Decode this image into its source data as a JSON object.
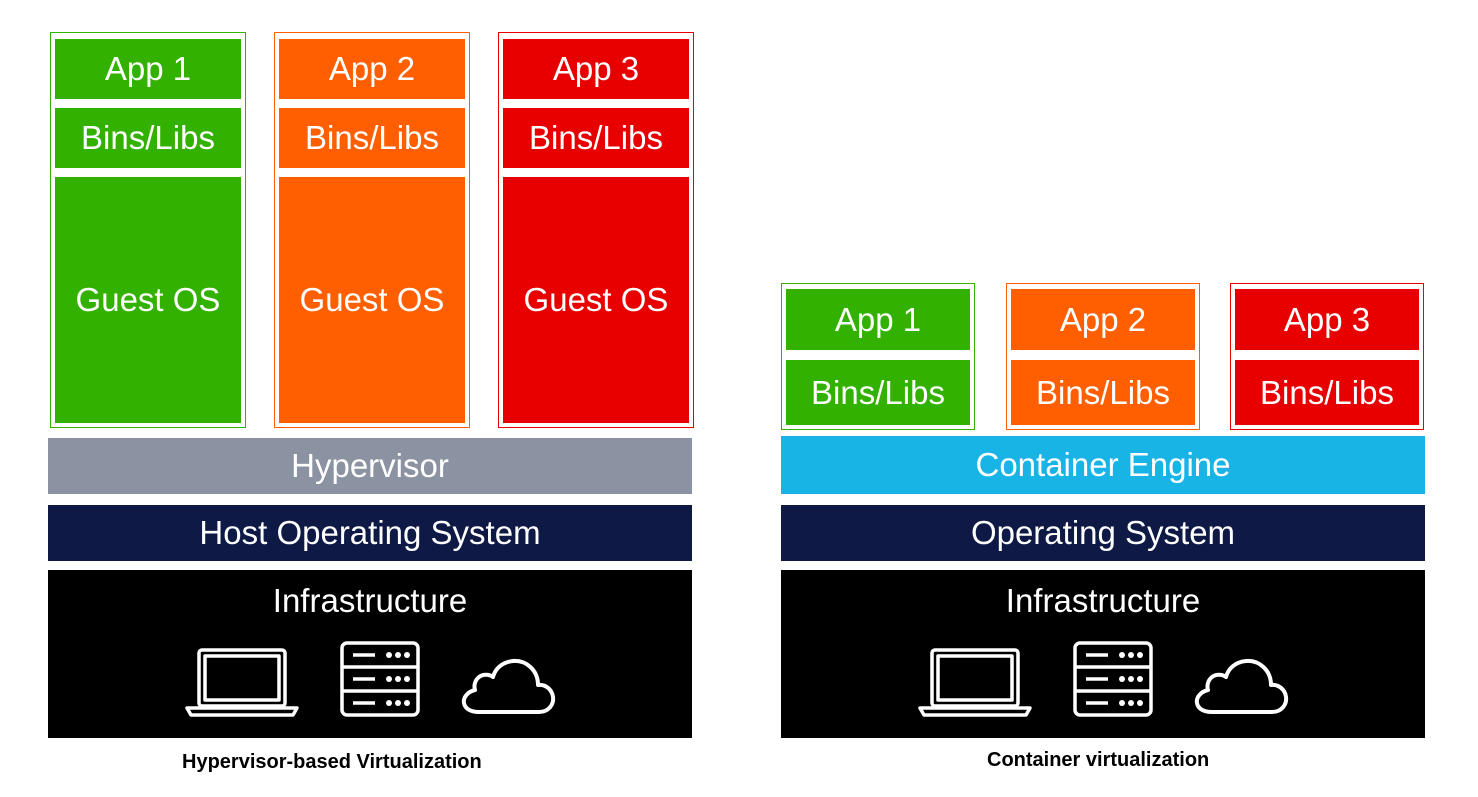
{
  "colors": {
    "green": "#33b100",
    "orange": "#ff5f00",
    "red": "#e80000",
    "hypervisor": "#8b93a2",
    "container_engine": "#19b4e6",
    "os_navy": "#0e1a45",
    "infrastructure": "#000000"
  },
  "hypervisor_side": {
    "apps": [
      {
        "app": "App 1",
        "bins": "Bins/Libs",
        "guest_os": "Guest OS",
        "color": "green"
      },
      {
        "app": "App 2",
        "bins": "Bins/Libs",
        "guest_os": "Guest OS",
        "color": "orange"
      },
      {
        "app": "App 3",
        "bins": "Bins/Libs",
        "guest_os": "Guest OS",
        "color": "red"
      }
    ],
    "hypervisor": "Hypervisor",
    "host_os": "Host Operating System",
    "infrastructure": "Infrastructure",
    "icons": [
      "laptop-icon",
      "server-icon",
      "cloud-icon"
    ],
    "caption": "Hypervisor-based Virtualization"
  },
  "container_side": {
    "apps": [
      {
        "app": "App 1",
        "bins": "Bins/Libs",
        "color": "green"
      },
      {
        "app": "App 2",
        "bins": "Bins/Libs",
        "color": "orange"
      },
      {
        "app": "App 3",
        "bins": "Bins/Libs",
        "color": "red"
      }
    ],
    "container_engine": "Container Engine",
    "os": "Operating System",
    "infrastructure": "Infrastructure",
    "icons": [
      "laptop-icon",
      "server-icon",
      "cloud-icon"
    ],
    "caption": "Container virtualization"
  }
}
